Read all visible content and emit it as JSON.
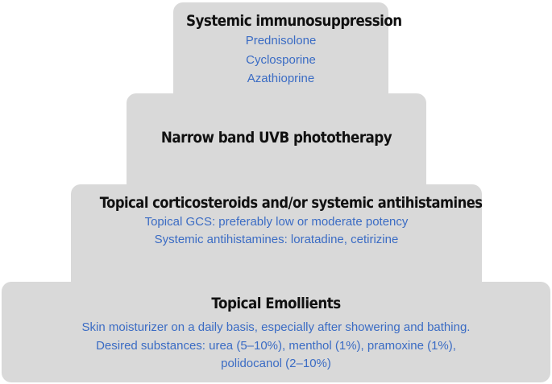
{
  "pyramid": {
    "tiers": [
      {
        "title": "Topical Emollients",
        "lines": [
          "Skin moisturizer on a daily basis, especially after showering and bathing.",
          "Desired substances: urea (5–10%), menthol (1%), pramoxine (1%),",
          "polidocanol (2–10%)"
        ]
      },
      {
        "title": "Topical corticosteroids and/or systemic antihistamines",
        "lines": [
          "Topical GCS: preferably low or moderate potency",
          "Systemic antihistamines: loratadine, cetirizine"
        ]
      },
      {
        "title": "Narrow band UVB phototherapy",
        "lines": []
      },
      {
        "title": "Systemic immunosuppression",
        "lines": [
          "Prednisolone",
          "Cyclosporine",
          "Azathioprine"
        ]
      }
    ]
  },
  "colors": {
    "tier_background": "#d9d9d9",
    "title_text": "#111111",
    "detail_text": "#3b6cc4"
  }
}
